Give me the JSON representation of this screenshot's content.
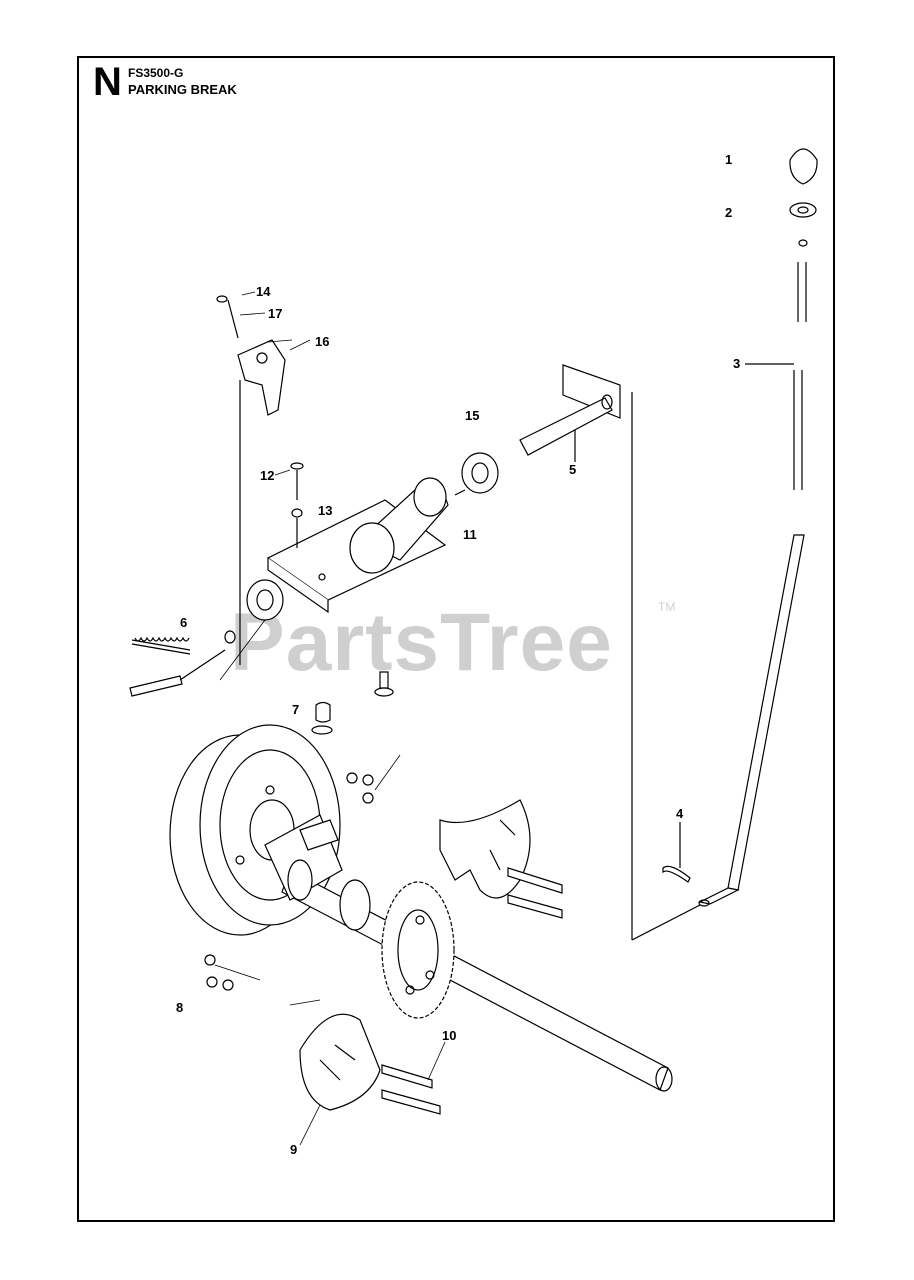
{
  "header": {
    "section_letter": "N",
    "model": "FS3500-G",
    "title": "PARKING BREAK"
  },
  "watermark": {
    "text": "PartsTree",
    "trademark": "TM"
  },
  "callouts": [
    {
      "id": "1",
      "label": "1"
    },
    {
      "id": "2",
      "label": "2"
    },
    {
      "id": "3",
      "label": "3"
    },
    {
      "id": "4",
      "label": "4"
    },
    {
      "id": "5",
      "label": "5"
    },
    {
      "id": "6",
      "label": "6"
    },
    {
      "id": "7",
      "label": "7"
    },
    {
      "id": "8",
      "label": "8"
    },
    {
      "id": "9",
      "label": "9"
    },
    {
      "id": "10",
      "label": "10"
    },
    {
      "id": "11",
      "label": "11"
    },
    {
      "id": "12",
      "label": "12"
    },
    {
      "id": "13",
      "label": "13"
    },
    {
      "id": "14",
      "label": "14"
    },
    {
      "id": "15",
      "label": "15"
    },
    {
      "id": "16",
      "label": "16"
    },
    {
      "id": "17",
      "label": "17"
    }
  ]
}
